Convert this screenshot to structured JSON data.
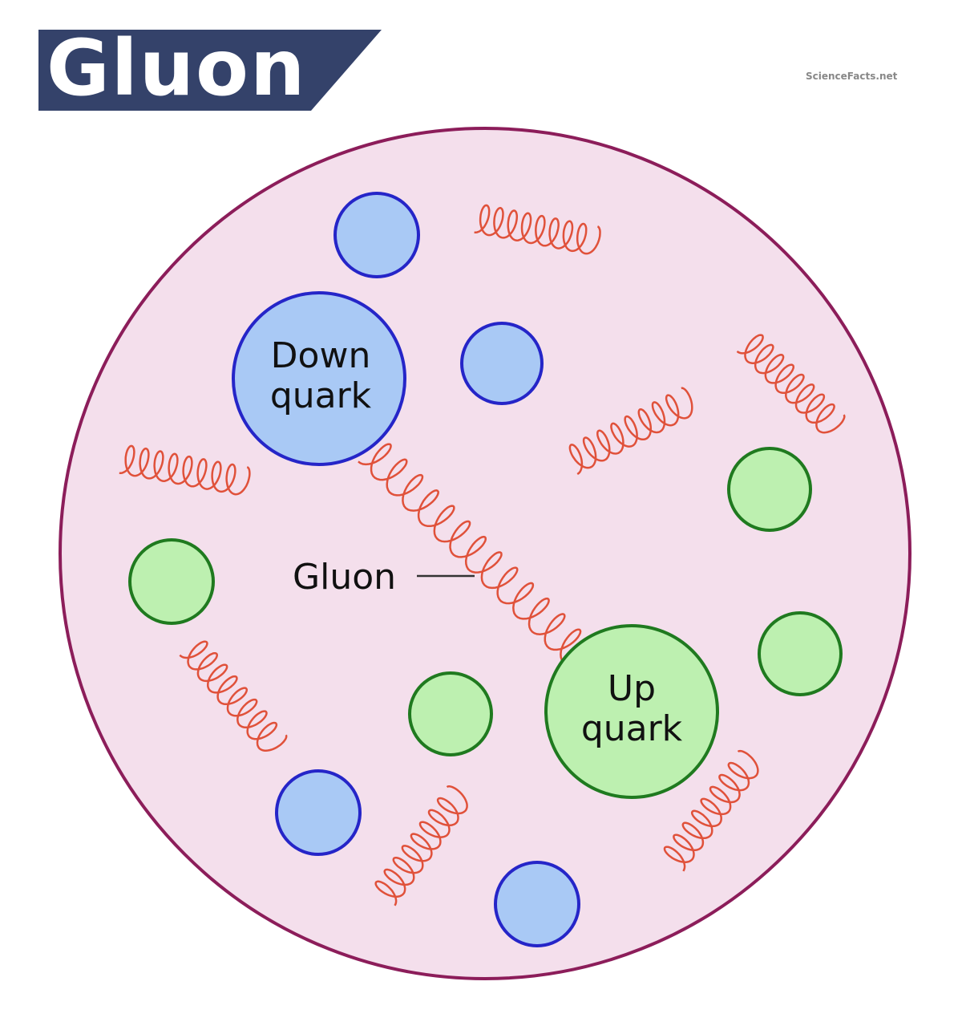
{
  "title": "Gluon",
  "logo": "ScienceFacts.net",
  "labels": {
    "down_quark": [
      "Down",
      "quark"
    ],
    "up_quark": [
      "Up",
      "quark"
    ],
    "gluon": "Gluon"
  },
  "colors": {
    "banner": "#34426a",
    "proton_fill": "#f4dfec",
    "proton_stroke": "#8c1d5a",
    "blue_fill": "#a9c9f5",
    "blue_stroke": "#2525c8",
    "green_fill": "#bdf0b0",
    "green_stroke": "#1f7a1f",
    "gluon": "#e0513a"
  }
}
